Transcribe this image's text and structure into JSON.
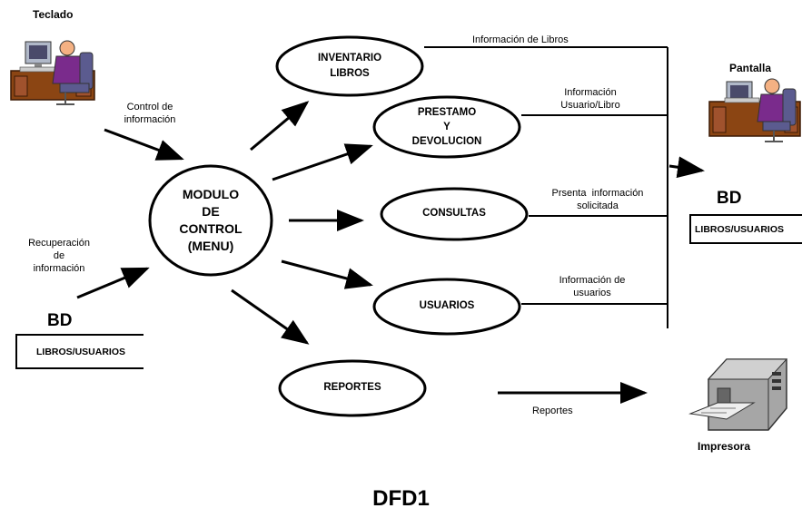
{
  "title": "DFD1",
  "external_entities": {
    "teclado": "Teclado",
    "pantalla": "Pantalla",
    "impresora": "Impresora"
  },
  "processes": {
    "control": "MODULO\nDE\nCONTROL\n(MENU)",
    "inventario": "INVENTARIO\nLIBROS",
    "prestamo": "PRESTAMO\nY\nDEVOLUCION",
    "consultas": "CONSULTAS",
    "usuarios": "USUARIOS",
    "reportes": "REPORTES"
  },
  "data_stores": {
    "left": {
      "label": "BD",
      "name": "LIBROS/USUARIOS"
    },
    "right": {
      "label": "BD",
      "name": "LIBROS/USUARIOS"
    }
  },
  "flows": {
    "control_info": "Control de\ninformación",
    "recuperacion": "Recuperación\nde\ninformación",
    "info_libros": "Información de Libros",
    "info_usuario_libro": "Información\nUsuario/Libro",
    "presenta_info": "Prsenta  información\nsolicitada",
    "info_usuarios": "Información de\nusuarios",
    "reportes": "Reportes"
  },
  "colors": {
    "desk": "#8b4513",
    "person": "#7a2b8c",
    "skin": "#f4b183",
    "monitor": "#b0b8c8",
    "printer": "#a6a6a6"
  }
}
